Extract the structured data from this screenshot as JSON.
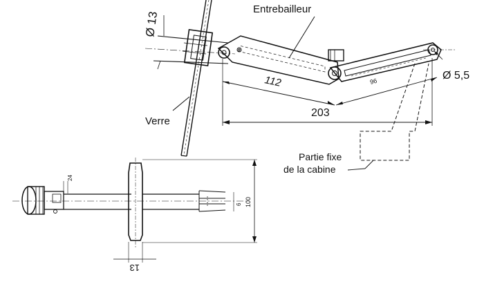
{
  "labels": {
    "entrebailleur": "Entrebailleur",
    "verre": "Verre",
    "partie_fixe_1": "Partie fixe",
    "partie_fixe_2": "de la cabine"
  },
  "dimensions": {
    "diam_13": "Ø 13",
    "diam_5_5": "Ø 5,5",
    "len_112": "112",
    "len_203": "203",
    "len_96": "96",
    "small_24": "24",
    "small_6": "6",
    "height_100": "100",
    "width_13": "13"
  }
}
